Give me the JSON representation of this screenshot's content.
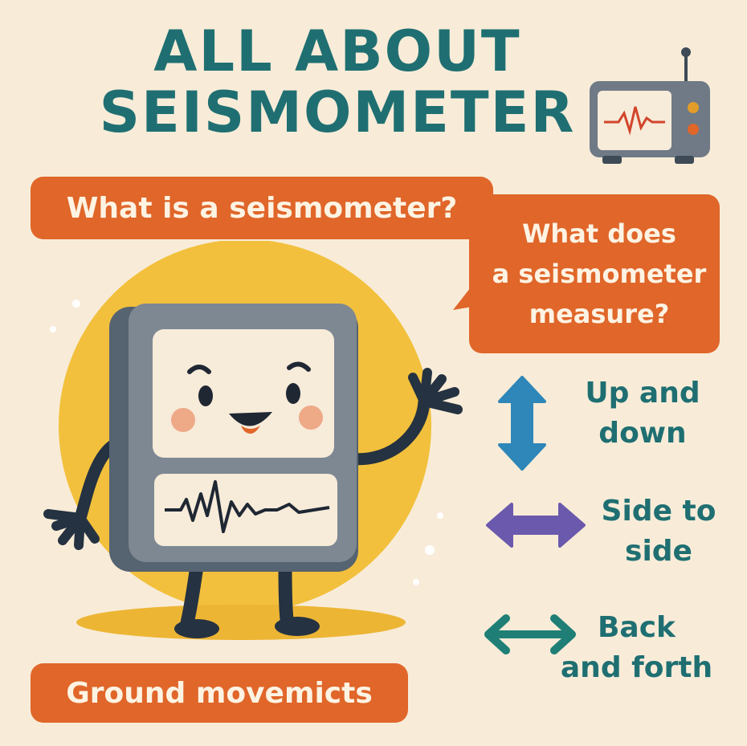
{
  "title": {
    "line1": "ALL ABOUT",
    "line2": "SEISMOMETER"
  },
  "questions": {
    "what_is": "What is a seismometer?",
    "what_measure_line1": "What does",
    "what_measure_line2": "a seismometer",
    "what_measure_line3": "measure?"
  },
  "movements": [
    {
      "line1": "Up and",
      "line2": "down",
      "icon": "vertical-arrow-icon",
      "color": "#2f86b8"
    },
    {
      "line1": "Side to",
      "line2": "side",
      "icon": "horizontal-arrow-icon",
      "color": "#6b59ad"
    },
    {
      "line1": "Back",
      "line2": "and forth",
      "icon": "horizontal-arrow-icon",
      "color": "#1f7f76"
    }
  ],
  "caption": "Ground movemicts",
  "colors": {
    "background": "#f8ecd8",
    "title": "#1f6f72",
    "pill": "#e0662a",
    "sun": "#f2c03c",
    "device": "#7a8590"
  },
  "icons": [
    "radio-seismograph-icon",
    "seismometer-character"
  ]
}
